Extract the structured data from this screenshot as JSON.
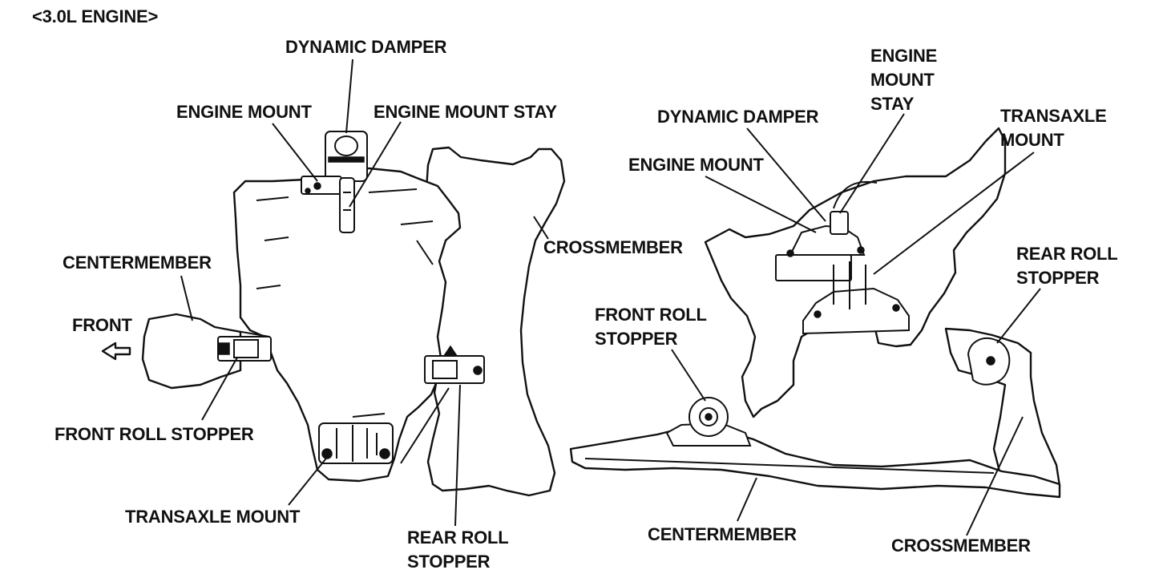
{
  "title": "<3.0L ENGINE>",
  "left_view": {
    "dynamic_damper": "DYNAMIC DAMPER",
    "engine_mount": "ENGINE MOUNT",
    "engine_mount_stay": "ENGINE MOUNT STAY",
    "centermember": "CENTERMEMBER",
    "front": "FRONT",
    "front_roll_stopper": "FRONT ROLL STOPPER",
    "transaxle_mount": "TRANSAXLE MOUNT",
    "rear_roll_stopper": "REAR ROLL\nSTOPPER",
    "crossmember": "CROSSMEMBER"
  },
  "right_view": {
    "engine_mount_stay": "ENGINE\nMOUNT\nSTAY",
    "dynamic_damper": "DYNAMIC DAMPER",
    "transaxle_mount": "TRANSAXLE\nMOUNT",
    "engine_mount": "ENGINE MOUNT",
    "rear_roll_stopper": "REAR ROLL\nSTOPPER",
    "front_roll_stopper": "FRONT ROLL\nSTOPPER",
    "centermember": "CENTERMEMBER",
    "crossmember": "CROSSMEMBER"
  }
}
